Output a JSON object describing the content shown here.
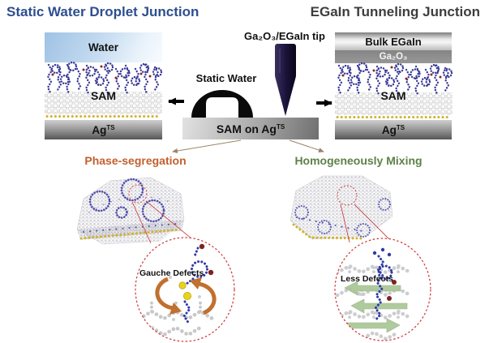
{
  "header": {
    "left_title": "Static Water Droplet Junction",
    "right_title": "EGaIn Tunneling Junction"
  },
  "left_junction": {
    "water_label": "Water",
    "sam_label": "SAM",
    "substrate_label": "Ag",
    "substrate_sup": "TS"
  },
  "center": {
    "tip_label": "Ga₂O₃/EGaIn tip",
    "static_water_label": "Static Water",
    "bar_label": "SAM on Ag",
    "bar_sup": "TS"
  },
  "right_junction": {
    "top_label": "Bulk EGaIn",
    "oxide_label": "Ga₂O₃",
    "sam_label": "SAM",
    "substrate_label": "Ag",
    "substrate_sup": "TS"
  },
  "pathways": {
    "left": {
      "label": "Phase-segregation",
      "color": "#c2602e",
      "callout_label": "Gauche Defects"
    },
    "right": {
      "label": "Homogeneously Mixing",
      "color": "#5d8148",
      "callout_label": "Less Defects"
    }
  },
  "colors": {
    "left_title_blue": "#2d4e8f",
    "right_title_gray": "#3d3d3d",
    "water_blue": "#9fc2e4",
    "electrode_silver": "#8d8d8d",
    "egain_tip_dark": "#191238",
    "callout_red": "#cc3333",
    "gauche_arrow_orange": "#c07030",
    "aligned_arrow_green": "#a9c795",
    "sulfur_yellow": "#e8d31d",
    "molecule_blue": "#3a3a98"
  }
}
